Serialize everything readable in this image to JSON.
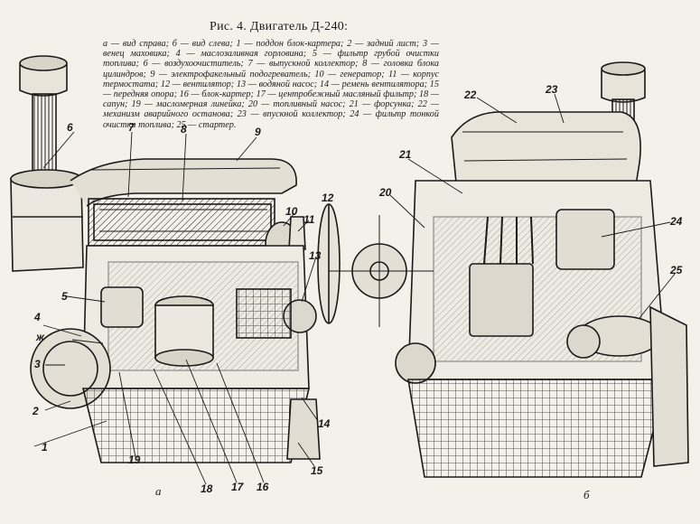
{
  "figure": {
    "title": "Рис. 4. Двигатель Д-240:",
    "legend": "а — вид справа; б — вид слева; 1 — поддон блок-картера; 2 — задний лист; 3 — венец маховика; 4 — маслозаливная горловина; 5 — фильтр грубой очистки топлива; 6 — воздухоочиститель; 7 — выпускной коллектор; 8 — головка блока цилиндров; 9 — электрофакельный подогреватель; 10 — генератор; 11 — корпус термостата; 12 — вентилятор; 13 — водяной насос; 14 — ремень вентилятора; 15 — передняя опора; 16 — блок-картер; 17 — центробежный масляный фильтр; 18 — сапун; 19 — масломерная линейка; 20 — топливный насос; 21 — форсунка; 22 — механизм аварийного останова; 23 — впускной коллектор; 24 — фильтр тонкой очистки топлива; 25 — стартер.",
    "view_a_label": "а",
    "view_b_label": "б"
  },
  "callouts_a": [
    "1",
    "2",
    "3",
    "4",
    "5",
    "6",
    "7",
    "8",
    "9",
    "10",
    "11",
    "12",
    "13",
    "14",
    "15",
    "16",
    "17",
    "18",
    "19"
  ],
  "callouts_b": [
    "20",
    "21",
    "22",
    "23",
    "24",
    "25"
  ],
  "callout_x_label": "ж"
}
